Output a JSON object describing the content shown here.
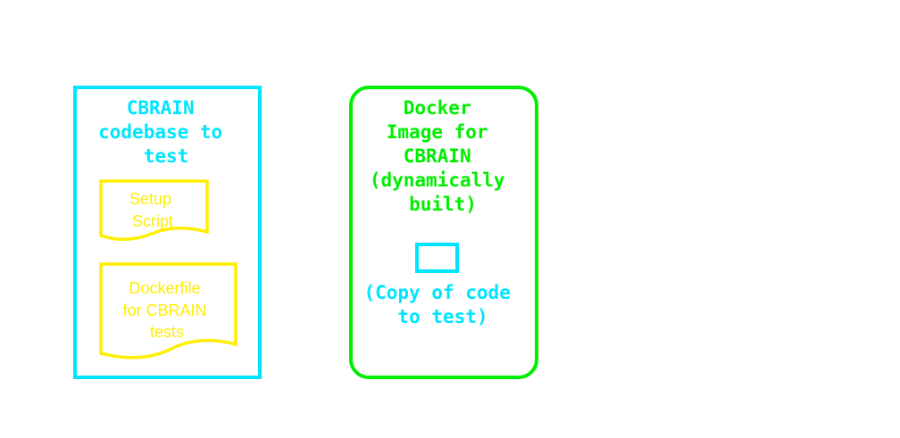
{
  "colors": {
    "cyan": "#00e5ff",
    "green": "#00ee00",
    "yellow": "#ffee00",
    "background": "#ffffff"
  },
  "codebase_box": {
    "title_lines": [
      "CBRAIN",
      "codebase to",
      "test"
    ],
    "setup_script": [
      "Setup",
      "Script"
    ],
    "dockerfile": [
      "Dockerfile",
      "for CBRAIN",
      "tests"
    ]
  },
  "docker_image_box": {
    "title_lines": [
      "Docker",
      "Image for",
      "CBRAIN",
      "(dynamically",
      "built)"
    ],
    "copy_label_lines": [
      "(Copy of code",
      "to test)"
    ]
  }
}
